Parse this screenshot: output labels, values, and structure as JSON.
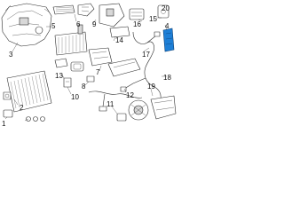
{
  "diagram": {
    "callouts": {
      "c1": "1",
      "c2": "2",
      "c3": "3",
      "c4": "4",
      "c5": "5",
      "c6": "6",
      "c7": "7",
      "c8": "8",
      "c9": "9",
      "c10": "10",
      "c11": "11",
      "c12": "12",
      "c13": "13",
      "c14": "14",
      "c15": "15",
      "c16": "16",
      "c17": "17",
      "c18": "18",
      "c19": "19",
      "c20": "20"
    },
    "highlight_color": "#1e7fd6",
    "highlighted_part": "c4"
  }
}
